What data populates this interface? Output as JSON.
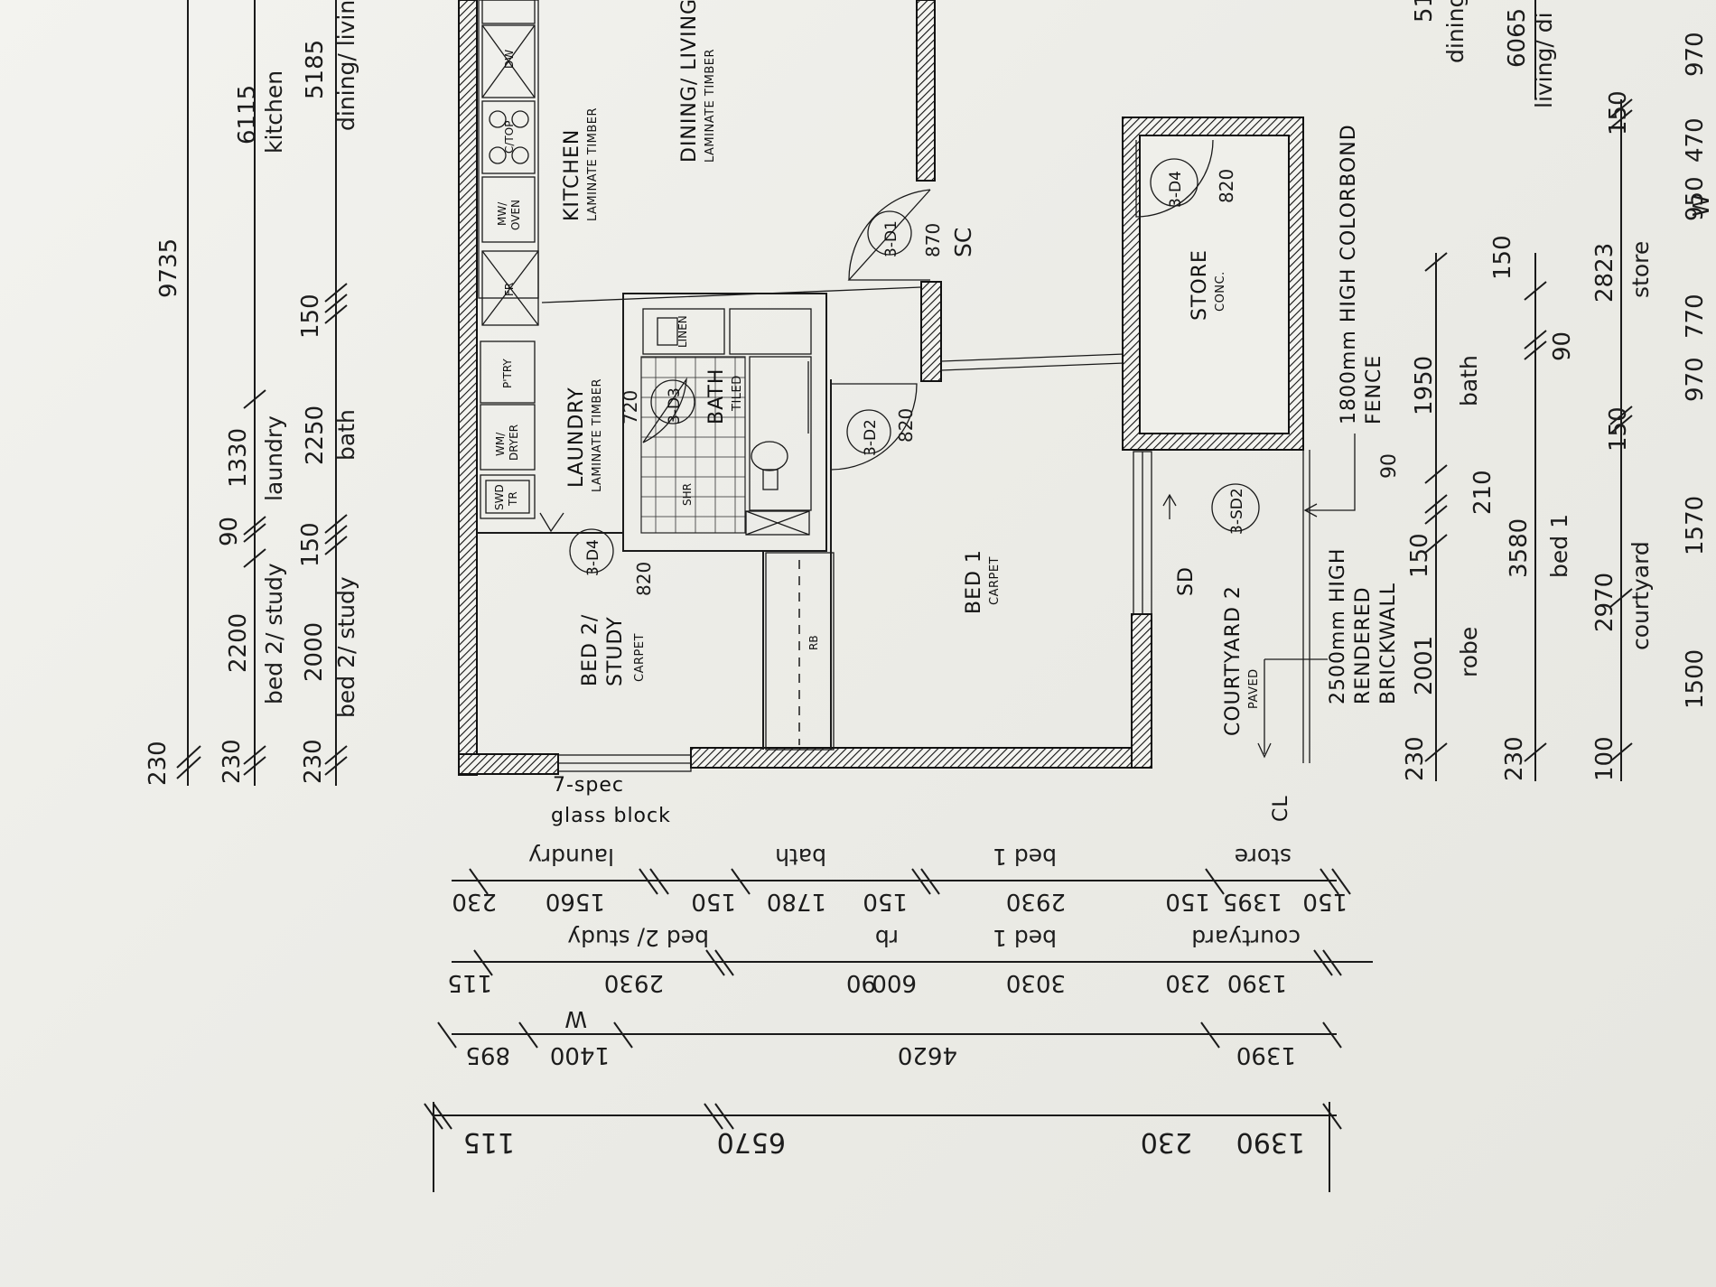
{
  "left_dims": {
    "overall": "9735",
    "row2": [
      "230",
      "2200",
      "90",
      "1330",
      "6115"
    ],
    "row2_rooms": [
      "bed 2/ study",
      "laundry",
      "kitchen"
    ],
    "row3": [
      "230",
      "2000",
      "150",
      "2250",
      "150",
      "5185"
    ],
    "row3_rooms": [
      "bed 2/ study",
      "bath",
      "dining/ living"
    ],
    "row1_start": "230"
  },
  "right_dims": {
    "row1": [
      "230",
      "2001",
      "150",
      "210",
      "1950",
      "51"
    ],
    "row1_rooms": [
      "robe",
      "bath",
      "dining"
    ],
    "row2": [
      "230",
      "3580",
      "90",
      "150",
      "6065"
    ],
    "row2_rooms": [
      "bed 1",
      "living/ di"
    ],
    "row3": [
      "100",
      "1500",
      "2970",
      "1570",
      "150",
      "970",
      "770",
      "2823",
      "950",
      "470",
      "150",
      "970"
    ],
    "row3_rooms": [
      "courtyard",
      "store",
      "W"
    ],
    "extra": "90"
  },
  "bottom_dims": {
    "row1": [
      "230",
      "1560",
      "150",
      "1780",
      "150",
      "2930",
      "150",
      "1395",
      "150"
    ],
    "row1_rooms": [
      "laundry",
      "bath",
      "bed 1",
      "store"
    ],
    "row2": [
      "115",
      "2930",
      "90",
      "600",
      "3030",
      "230",
      "1390"
    ],
    "row2_rooms": [
      "bed 2/ study",
      "rb",
      "bed 1",
      "courtyard"
    ],
    "row3": [
      "895",
      "1400",
      "4620",
      "1390"
    ],
    "row3_rooms": [
      "W"
    ],
    "row4": [
      "115",
      "6570",
      "230",
      "1390"
    ]
  },
  "rooms": {
    "kitchen": {
      "name": "KITCHEN",
      "finish": "LAMINATE TIMBER"
    },
    "dining": {
      "name": "DINING/ LIVING",
      "finish": "LAMINATE TIMBER"
    },
    "laundry": {
      "name": "LAUNDRY",
      "finish": "LAMINATE TIMBER"
    },
    "bath": {
      "name": "BATH",
      "finish": "TILED"
    },
    "bed2": {
      "name1": "BED 2/",
      "name2": "STUDY",
      "finish": "CARPET"
    },
    "bed1": {
      "name": "BED 1",
      "finish": "CARPET"
    },
    "store": {
      "name": "STORE",
      "finish": "CONC."
    },
    "courtyard": {
      "name": "COURTYARD 2",
      "finish": "PAVED"
    }
  },
  "appliances": {
    "mw_oven": [
      "MW/",
      "OVEN"
    ],
    "cooktop": "C/TOP",
    "dw": "DW",
    "fr": "FR",
    "pantry": "P'TRY",
    "wm_dryer": [
      "WM/",
      "DRYER"
    ],
    "trough": [
      "SWD",
      "TR"
    ],
    "linen": "LINEN",
    "shr": "SHR",
    "rb": "RB",
    "sd": "SD",
    "sc": "SC"
  },
  "doors": {
    "d1": "3-D1",
    "d1_w": "870",
    "d2": "3-D2",
    "d2_w": "820",
    "d3": "3-D3",
    "d3_w": "720",
    "d4_bed": "3-D4",
    "d4_bed_w": "820",
    "d4_store": "3-D4",
    "d4_store_w": "820",
    "sd2": "3-SD2"
  },
  "notes": {
    "fence_1": "1800mm HIGH COLORBOND",
    "fence_2": "FENCE",
    "fence_dim": "90",
    "brick_1": "2500mm HIGH",
    "brick_2": "RENDERED",
    "brick_3": "BRICKWALL",
    "glass_1": "7-spec",
    "glass_2": "glass block",
    "cl": "CL"
  }
}
